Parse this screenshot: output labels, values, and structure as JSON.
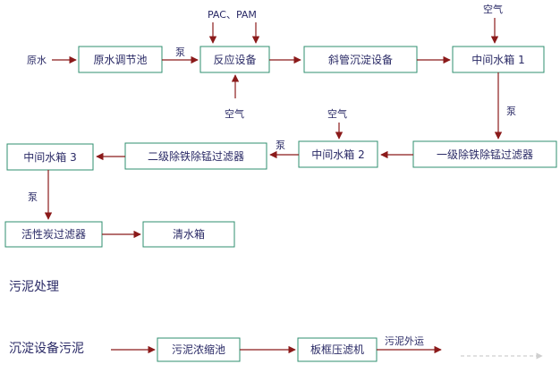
{
  "main_flow": {
    "raw_water": "原水",
    "regulating_tank": "原水调节池",
    "pump_1": "泵",
    "reaction_equipment": "反应设备",
    "chemicals": "PAC、PAM",
    "air_bottom": "空气",
    "inclined_tube_settler": "斜管沉淀设备",
    "intermediate_tank_1": "中间水箱 1",
    "air_top_right": "空气",
    "pump_2": "泵",
    "primary_iron_manganese_filter": "一级除铁除锰过滤器",
    "air_middle": "空气",
    "intermediate_tank_2": "中间水箱 2",
    "pump_3": "泵",
    "secondary_iron_manganese_filter": "二级除铁除锰过滤器",
    "intermediate_tank_3": "中间水箱 3",
    "pump_4": "泵",
    "activated_carbon_filter": "活性炭过滤器",
    "clear_water_tank": "清水箱"
  },
  "sludge": {
    "section_title": "污泥处理",
    "source": "沉淀设备污泥",
    "thickening_tank": "污泥浓缩池",
    "filter_press": "板框压滤机",
    "output": "污泥外运"
  },
  "colors": {
    "box_border": "#2f8f6f",
    "arrow": "#8b1a1a",
    "text": "#2a2a66",
    "dashed_arrow": "#cfcfcf"
  }
}
